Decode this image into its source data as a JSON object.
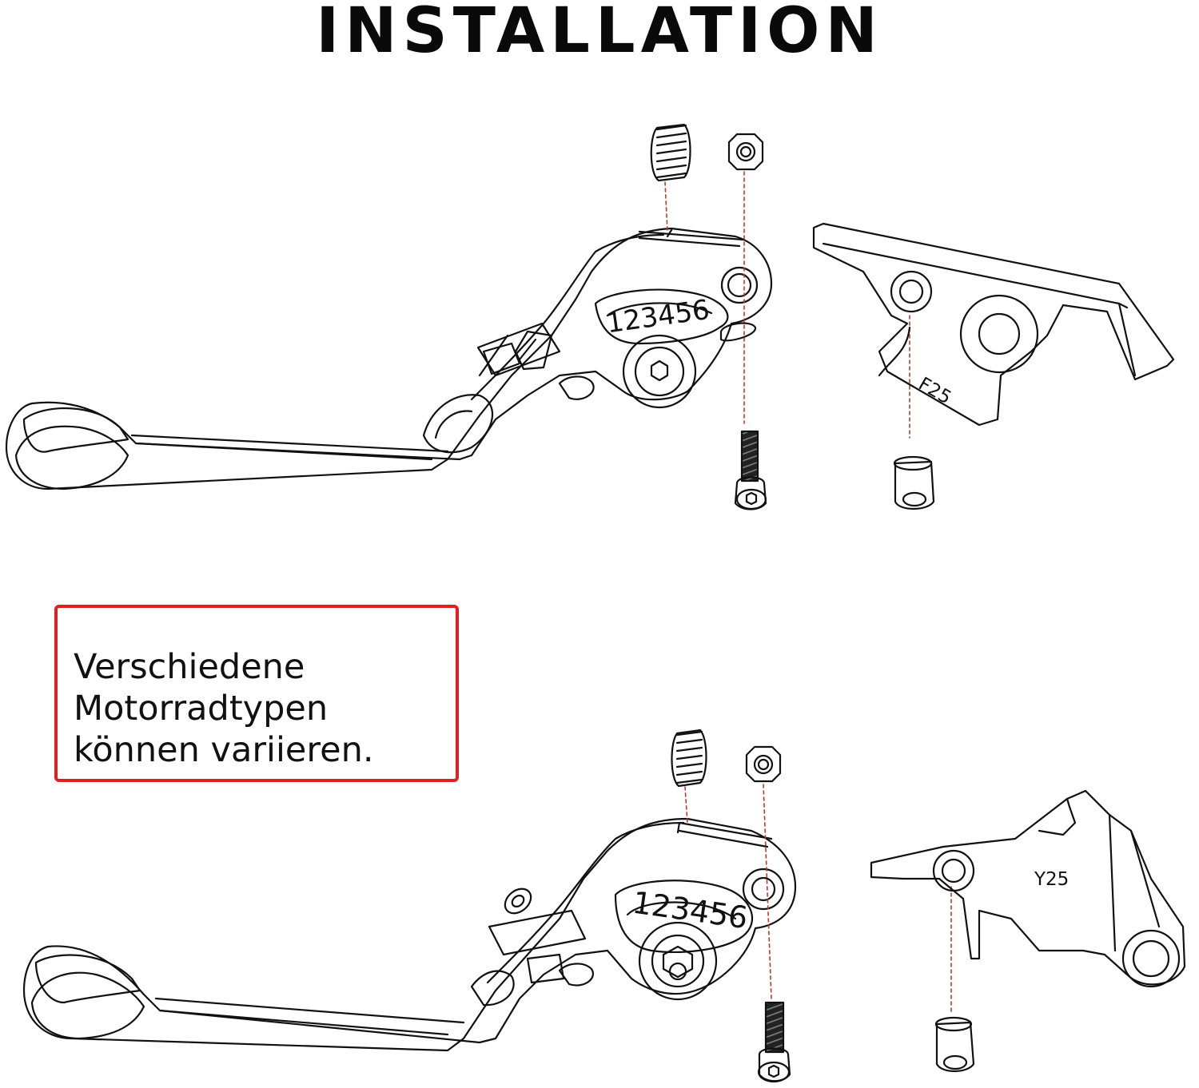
{
  "title": "INSTALLATION",
  "note": {
    "lines": [
      "Verschiedene",
      "Motorradtypen",
      "können variieren."
    ]
  },
  "diagram_top": {
    "scale_numbers": "123456",
    "adapter_code": "F25"
  },
  "diagram_bottom": {
    "scale_numbers": "123456",
    "adapter_code": "Y25"
  },
  "colors": {
    "outline": "#111111",
    "guide_line": "#c0392b",
    "note_border": "#e02020"
  }
}
